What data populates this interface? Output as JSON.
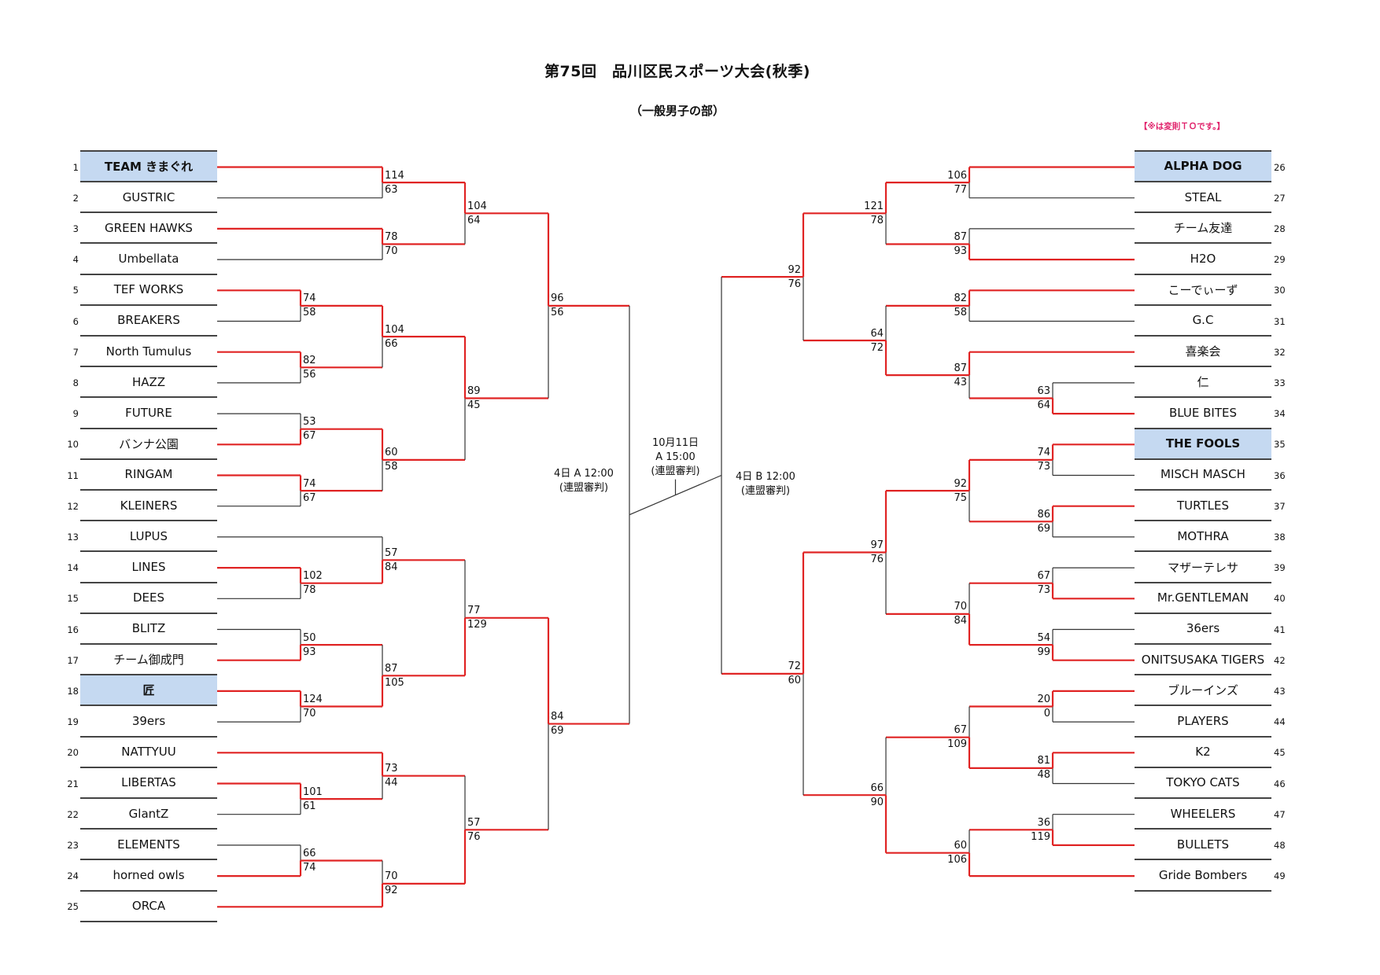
{
  "header": {
    "title": "第75回　品川区民スポーツ大会(秋季)",
    "subtitle": "（一般男子の部）",
    "note": "【※は変則ＴＯです。】"
  },
  "colors": {
    "winner_line": "#e02424",
    "line": "#333333",
    "seed_fill": "#c5d9f1",
    "note": "#e0206a"
  },
  "teams": [
    {
      "no": "1",
      "name": "TEAM きまぐれ",
      "seed": true
    },
    {
      "no": "2",
      "name": "GUSTRIC",
      "seed": false
    },
    {
      "no": "3",
      "name": "GREEN HAWKS",
      "seed": false
    },
    {
      "no": "4",
      "name": "Umbellata",
      "seed": false
    },
    {
      "no": "5",
      "name": "TEF WORKS",
      "seed": false
    },
    {
      "no": "6",
      "name": "BREAKERS",
      "seed": false
    },
    {
      "no": "7",
      "name": "North Tumulus",
      "seed": false
    },
    {
      "no": "8",
      "name": "HAZZ",
      "seed": false
    },
    {
      "no": "9",
      "name": "FUTURE",
      "seed": false
    },
    {
      "no": "10",
      "name": "バンナ公園",
      "seed": false
    },
    {
      "no": "11",
      "name": "RINGAM",
      "seed": false
    },
    {
      "no": "12",
      "name": "KLEINERS",
      "seed": false
    },
    {
      "no": "13",
      "name": "LUPUS",
      "seed": false
    },
    {
      "no": "14",
      "name": "LINES",
      "seed": false
    },
    {
      "no": "15",
      "name": "DEES",
      "seed": false
    },
    {
      "no": "16",
      "name": "BLITZ",
      "seed": false
    },
    {
      "no": "17",
      "name": "チーム御成門",
      "seed": false
    },
    {
      "no": "18",
      "name": "匠",
      "seed": true
    },
    {
      "no": "19",
      "name": "39ers",
      "seed": false
    },
    {
      "no": "20",
      "name": "NATTYUU",
      "seed": false
    },
    {
      "no": "21",
      "name": "LIBERTAS",
      "seed": false
    },
    {
      "no": "22",
      "name": "GlantZ",
      "seed": false
    },
    {
      "no": "23",
      "name": "ELEMENTS",
      "seed": false
    },
    {
      "no": "24",
      "name": "horned owls",
      "seed": false
    },
    {
      "no": "25",
      "name": "ORCA",
      "seed": false
    },
    {
      "no": "26",
      "name": "ALPHA DOG",
      "seed": true
    },
    {
      "no": "27",
      "name": "STEAL",
      "seed": false
    },
    {
      "no": "28",
      "name": "チーム友達",
      "seed": false
    },
    {
      "no": "29",
      "name": "H2O",
      "seed": false
    },
    {
      "no": "30",
      "name": "こーでぃーず",
      "seed": false
    },
    {
      "no": "31",
      "name": "G.C",
      "seed": false
    },
    {
      "no": "32",
      "name": "喜楽会",
      "seed": false
    },
    {
      "no": "33",
      "name": "仁",
      "seed": false
    },
    {
      "no": "34",
      "name": "BLUE BITES",
      "seed": false
    },
    {
      "no": "35",
      "name": "THE FOOLS",
      "seed": true
    },
    {
      "no": "36",
      "name": "MISCH MASCH",
      "seed": false
    },
    {
      "no": "37",
      "name": "TURTLES",
      "seed": false
    },
    {
      "no": "38",
      "name": "MOTHRA",
      "seed": false
    },
    {
      "no": "39",
      "name": "マザーテレサ",
      "seed": false
    },
    {
      "no": "40",
      "name": "Mr.GENTLEMAN",
      "seed": false
    },
    {
      "no": "41",
      "name": "36ers",
      "seed": false
    },
    {
      "no": "42",
      "name": "ONITSUSAKA TIGERS",
      "seed": false
    },
    {
      "no": "43",
      "name": "ブルーインズ",
      "seed": false
    },
    {
      "no": "44",
      "name": "PLAYERS",
      "seed": false
    },
    {
      "no": "45",
      "name": "K2",
      "seed": false
    },
    {
      "no": "46",
      "name": "TOKYO CATS",
      "seed": false
    },
    {
      "no": "47",
      "name": "WHEELERS",
      "seed": false
    },
    {
      "no": "48",
      "name": "BULLETS",
      "seed": false
    },
    {
      "no": "49",
      "name": "Gride Bombers",
      "seed": false
    }
  ],
  "schedule": {
    "final": {
      "date": "10月11日",
      "time": "A  15:00",
      "referee": "(連盟審判)"
    },
    "semi_left": {
      "time": "4日  A 12:00",
      "referee": "(連盟審判)"
    },
    "semi_right": {
      "time": "4日  B  12:00",
      "referee": "(連盟審判)"
    }
  },
  "bracket": {
    "left": {
      "s": null,
      "c": [
        {
          "s": [
            96,
            56
          ],
          "c": [
            {
              "s": [
                104,
                64
              ],
              "c": [
                {
                  "s": [
                    114,
                    63
                  ],
                  "c": [
                    1,
                    2
                  ]
                },
                {
                  "s": [
                    78,
                    70
                  ],
                  "c": [
                    3,
                    4
                  ]
                }
              ]
            },
            {
              "s": [
                89,
                45
              ],
              "c": [
                {
                  "s": [
                    104,
                    66
                  ],
                  "c": [
                    {
                      "s": [
                        74,
                        58
                      ],
                      "c": [
                        5,
                        6
                      ]
                    },
                    {
                      "s": [
                        82,
                        56
                      ],
                      "c": [
                        7,
                        8
                      ]
                    }
                  ]
                },
                {
                  "s": [
                    60,
                    58
                  ],
                  "c": [
                    {
                      "s": [
                        53,
                        67
                      ],
                      "c": [
                        9,
                        10
                      ]
                    },
                    {
                      "s": [
                        74,
                        67
                      ],
                      "c": [
                        11,
                        12
                      ]
                    }
                  ]
                }
              ]
            }
          ]
        },
        {
          "s": [
            84,
            69
          ],
          "c": [
            {
              "s": [
                77,
                129
              ],
              "c": [
                {
                  "s": [
                    57,
                    84
                  ],
                  "c": [
                    13,
                    {
                      "s": [
                        102,
                        78
                      ],
                      "c": [
                        14,
                        15
                      ]
                    }
                  ]
                },
                {
                  "s": [
                    87,
                    105
                  ],
                  "c": [
                    {
                      "s": [
                        50,
                        93
                      ],
                      "c": [
                        16,
                        17
                      ]
                    },
                    {
                      "s": [
                        124,
                        70
                      ],
                      "c": [
                        18,
                        19
                      ]
                    }
                  ]
                }
              ]
            },
            {
              "s": [
                57,
                76
              ],
              "c": [
                {
                  "s": [
                    73,
                    44
                  ],
                  "c": [
                    20,
                    {
                      "s": [
                        101,
                        61
                      ],
                      "c": [
                        21,
                        22
                      ]
                    }
                  ]
                },
                {
                  "s": [
                    70,
                    92
                  ],
                  "c": [
                    {
                      "s": [
                        66,
                        74
                      ],
                      "c": [
                        23,
                        24
                      ]
                    },
                    25
                  ]
                }
              ]
            }
          ]
        }
      ]
    },
    "right": {
      "s": null,
      "c": [
        {
          "s": [
            92,
            76
          ],
          "c": [
            {
              "s": [
                121,
                78
              ],
              "c": [
                {
                  "s": [
                    106,
                    77
                  ],
                  "c": [
                    26,
                    27
                  ]
                },
                {
                  "s": [
                    87,
                    93
                  ],
                  "c": [
                    28,
                    29
                  ]
                }
              ]
            },
            {
              "s": [
                64,
                72
              ],
              "c": [
                {
                  "s": [
                    82,
                    58
                  ],
                  "c": [
                    30,
                    31
                  ]
                },
                {
                  "s": [
                    87,
                    43
                  ],
                  "c": [
                    32,
                    {
                      "s": [
                        63,
                        64
                      ],
                      "c": [
                        33,
                        34
                      ]
                    }
                  ]
                }
              ]
            }
          ]
        },
        {
          "s": [
            72,
            60
          ],
          "c": [
            {
              "s": [
                97,
                76
              ],
              "c": [
                {
                  "s": [
                    92,
                    75
                  ],
                  "c": [
                    {
                      "s": [
                        74,
                        73
                      ],
                      "c": [
                        35,
                        36
                      ]
                    },
                    {
                      "s": [
                        86,
                        69
                      ],
                      "c": [
                        37,
                        38
                      ]
                    }
                  ]
                },
                {
                  "s": [
                    70,
                    84
                  ],
                  "c": [
                    {
                      "s": [
                        67,
                        73
                      ],
                      "c": [
                        39,
                        40
                      ]
                    },
                    {
                      "s": [
                        54,
                        99
                      ],
                      "c": [
                        41,
                        42
                      ]
                    }
                  ]
                }
              ]
            },
            {
              "s": [
                66,
                90
              ],
              "c": [
                {
                  "s": [
                    67,
                    109
                  ],
                  "c": [
                    {
                      "s": [
                        20,
                        0
                      ],
                      "c": [
                        43,
                        44
                      ]
                    },
                    {
                      "s": [
                        81,
                        48
                      ],
                      "c": [
                        45,
                        46
                      ]
                    }
                  ]
                },
                {
                  "s": [
                    60,
                    106
                  ],
                  "c": [
                    {
                      "s": [
                        36,
                        119
                      ],
                      "c": [
                        47,
                        48
                      ]
                    },
                    49
                  ]
                }
              ]
            }
          ]
        }
      ]
    }
  }
}
